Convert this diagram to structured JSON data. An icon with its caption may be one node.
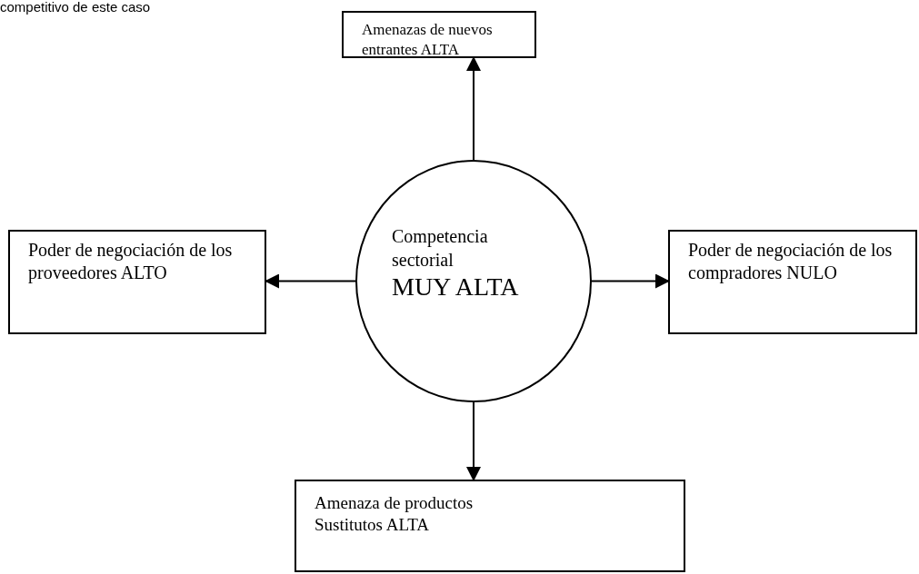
{
  "diagram": {
    "nodes": [
      {
        "text": [
          "Amenazas de nuevos entrantes ALTA"
        ]
      },
      {
        "text": [
          "Poder de negociación de los proveedores ALTO"
        ]
      },
      {
        "text": [
          "Competencia sectorial",
          "MUY ALTA"
        ]
      },
      {
        "text": [
          "Poder de negociación de los compradores NULO"
        ]
      },
      {
        "text": [
          "Amenaza de productos Sustitutos ALTA"
        ]
      }
    ],
    "edges": [
      {
        "from": 2,
        "to": 0,
        "arrow": "to"
      },
      {
        "from": 2,
        "to": 1,
        "arrow": "to"
      },
      {
        "from": 2,
        "to": 3,
        "arrow": "to"
      },
      {
        "from": 2,
        "to": 4,
        "arrow": "to"
      }
    ],
    "labels": [
      "competitivo de este caso"
    ]
  }
}
